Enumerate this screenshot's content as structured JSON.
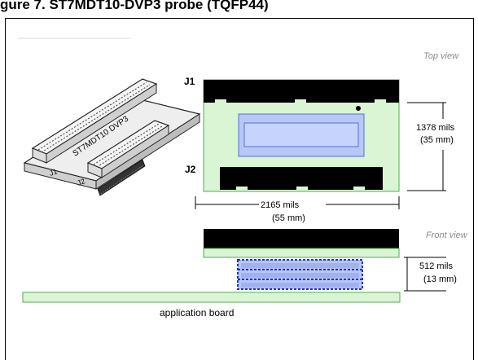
{
  "title": "gure 7. ST7MDT10-DVP3 probe (TQFP44)",
  "views": {
    "top": "Top view",
    "front": "Front view"
  },
  "connectors": {
    "j1": "J1",
    "j2": "J2"
  },
  "probe": {
    "board_text": "ST7MDT10 DVP3",
    "j1": "J1",
    "j2": "J2"
  },
  "dimensions": {
    "height_mils": "1378 mils",
    "height_mm": "(35 mm)",
    "width_mils": "2165 mils",
    "width_mm": "(55 mm)",
    "depth_mils": "512 mils",
    "depth_mm": "(13 mm)"
  },
  "application_board": "application board",
  "colors": {
    "board_green": "#d9f5d4",
    "board_border": "#5aa85a",
    "chip_fill": "#b8c7f5",
    "chip_border": "#5a6fd0",
    "stack_border": "#1f2fd6",
    "black": "#000000"
  }
}
